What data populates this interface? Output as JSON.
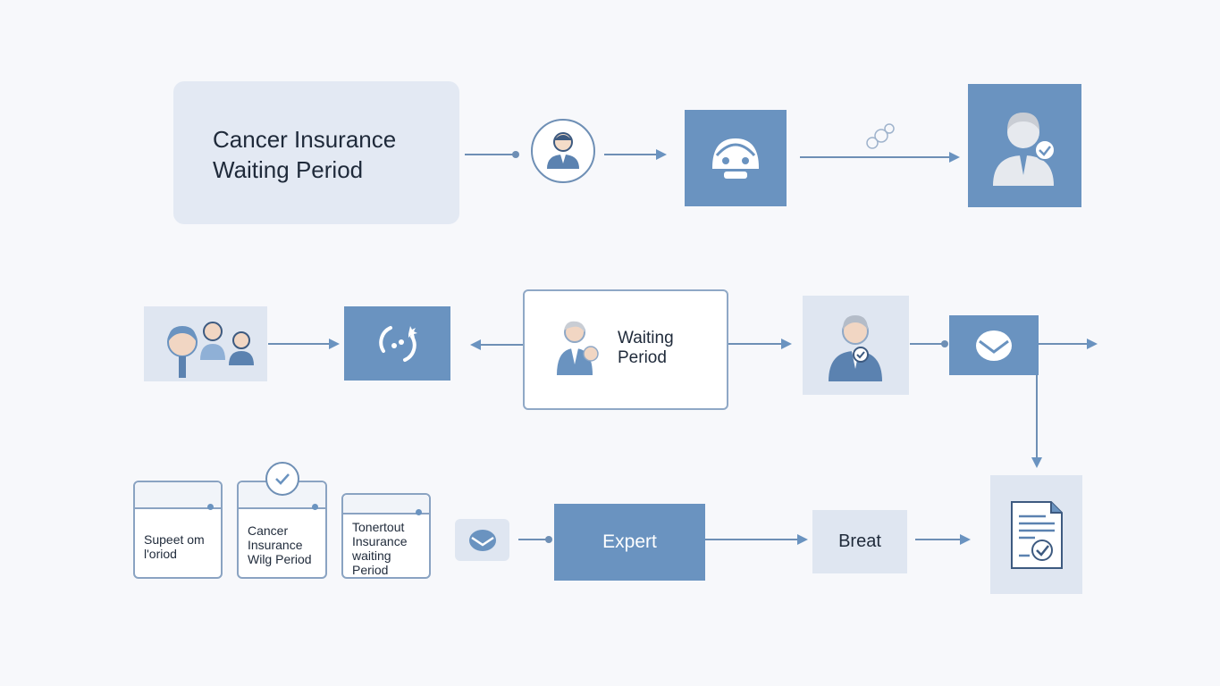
{
  "title": {
    "line1": "Cancer Insurance",
    "line2": "Waiting Period"
  },
  "center_card": {
    "line1": "Waiting",
    "line2": "Period"
  },
  "doc_cards": [
    {
      "line1": "Supeet om",
      "line2": "l'oriod"
    },
    {
      "line1": "Cancer",
      "line2": "Insurance",
      "line3": "Wilg Period"
    },
    {
      "line1": "Tonertout",
      "line2": "Insurance",
      "line3": "waiting Period"
    }
  ],
  "expert_box": {
    "label": "Expert"
  },
  "breat_box": {
    "label": "Breat"
  },
  "colors": {
    "accent": "#6a93c0",
    "light": "#dfe6f1",
    "stroke": "#6e8fb5",
    "text": "#1f2a3a"
  },
  "icons": [
    "person-icon",
    "robot-helmet-icon",
    "bubbles-icon",
    "person-check-icon",
    "people-group-icon",
    "refresh-icon",
    "person-icon",
    "person-check-icon",
    "envelope-icon",
    "check-circle-icon",
    "envelope-icon",
    "document-check-icon"
  ]
}
